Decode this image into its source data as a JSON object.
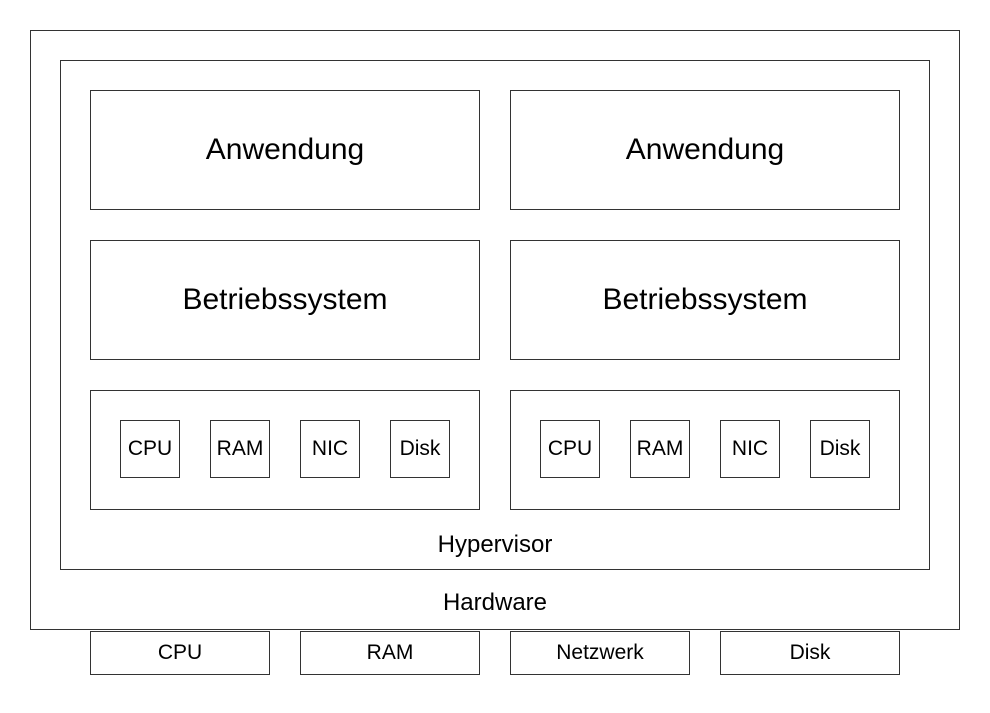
{
  "diagram": {
    "hardware_label": "Hardware",
    "hypervisor_label": "Hypervisor",
    "vms": [
      {
        "application": "Anwendung",
        "os": "Betriebssystem",
        "devices": [
          "CPU",
          "RAM",
          "NIC",
          "Disk"
        ]
      },
      {
        "application": "Anwendung",
        "os": "Betriebssystem",
        "devices": [
          "CPU",
          "RAM",
          "NIC",
          "Disk"
        ]
      }
    ],
    "physical_devices": [
      "CPU",
      "RAM",
      "Netzwerk",
      "Disk"
    ]
  },
  "colors": {
    "border": "#333333",
    "background": "#ffffff",
    "text": "#000000"
  }
}
